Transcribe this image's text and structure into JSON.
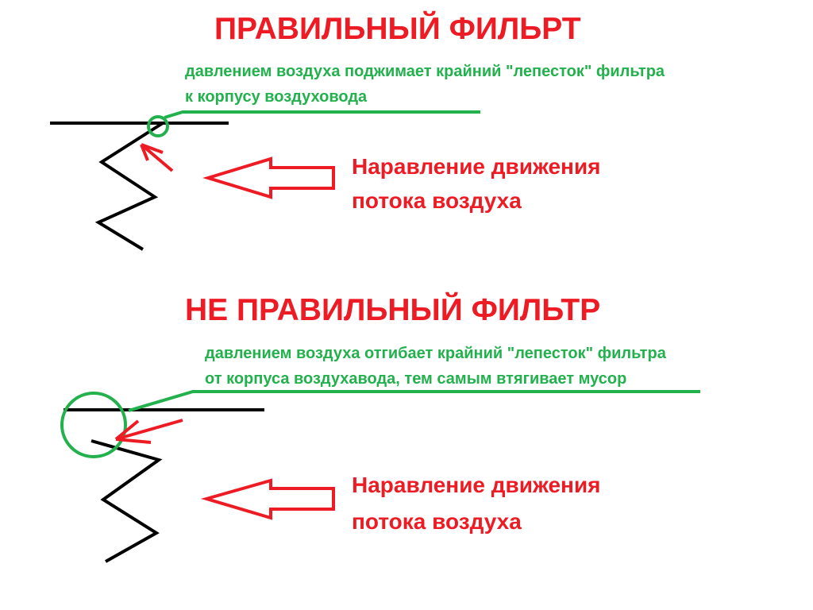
{
  "colors": {
    "red": "#ed1c24",
    "green": "#22b14c",
    "black": "#000000"
  },
  "correct": {
    "title": "ПРАВИЛЬНЫЙ ФИЛЬРТ",
    "note_line1": "давлением воздуха поджимает крайний \"лепесток\" фильтра",
    "note_line2": "к корпусу воздуховода",
    "flow_line1": "Наравление движения",
    "flow_line2": "потока воздуха"
  },
  "incorrect": {
    "title": "НЕ ПРАВИЛЬНЫЙ ФИЛЬТР",
    "note_line1": "давлением воздуха отгибает крайний \"лепесток\" фильтра",
    "note_line2": "от корпуса воздухавода, тем самым втягивает мусор",
    "flow_line1": "Наравление движения",
    "flow_line2": "потока воздуха"
  }
}
